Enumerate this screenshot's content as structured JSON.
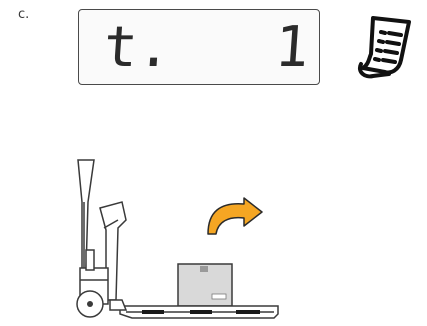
{
  "step": {
    "label": "c."
  },
  "display": {
    "left_text": "t.",
    "right_text": "1"
  },
  "icons": {
    "receipt": "receipt-icon",
    "pallet_truck": "pallet-truck-scale-icon",
    "arrow": "curved-arrow-icon",
    "box": "cardboard-box-icon"
  },
  "colors": {
    "arrow": "#f5a623",
    "box": "#d9d9d9",
    "outline": "#3a3a3a",
    "fork": "#1a1a1a"
  }
}
